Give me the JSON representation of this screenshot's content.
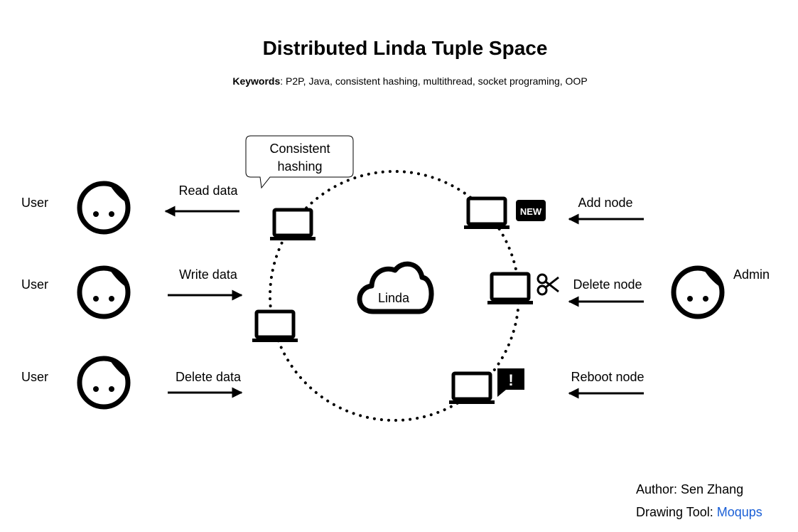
{
  "title": "Distributed Linda Tuple Space",
  "keywords": {
    "label": "Keywords",
    "text": ": P2P, Java, consistent hashing, multithread, socket programing, OOP"
  },
  "center_label": "Linda",
  "callout": {
    "line1": "Consistent",
    "line2": "hashing"
  },
  "users": [
    {
      "label": "User",
      "action": "Read data"
    },
    {
      "label": "User",
      "action": "Write data"
    },
    {
      "label": "User",
      "action": "Delete data"
    }
  ],
  "admin": {
    "label": "Admin",
    "actions": [
      "Add node",
      "Delete node",
      "Reboot node"
    ]
  },
  "badges": {
    "new": "NEW",
    "alert": "!"
  },
  "credits": {
    "author": "Author: Sen Zhang",
    "tool_prefix": "Drawing Tool: ",
    "tool_name": "Moqups"
  },
  "colors": {
    "ink": "#000000",
    "link": "#1a5fd6",
    "background": "#ffffff"
  },
  "icons": [
    "user-face-icon",
    "laptop-icon",
    "cloud-icon",
    "new-badge-icon",
    "scissors-icon",
    "alert-bubble-icon",
    "arrow-left-icon",
    "arrow-right-icon"
  ]
}
